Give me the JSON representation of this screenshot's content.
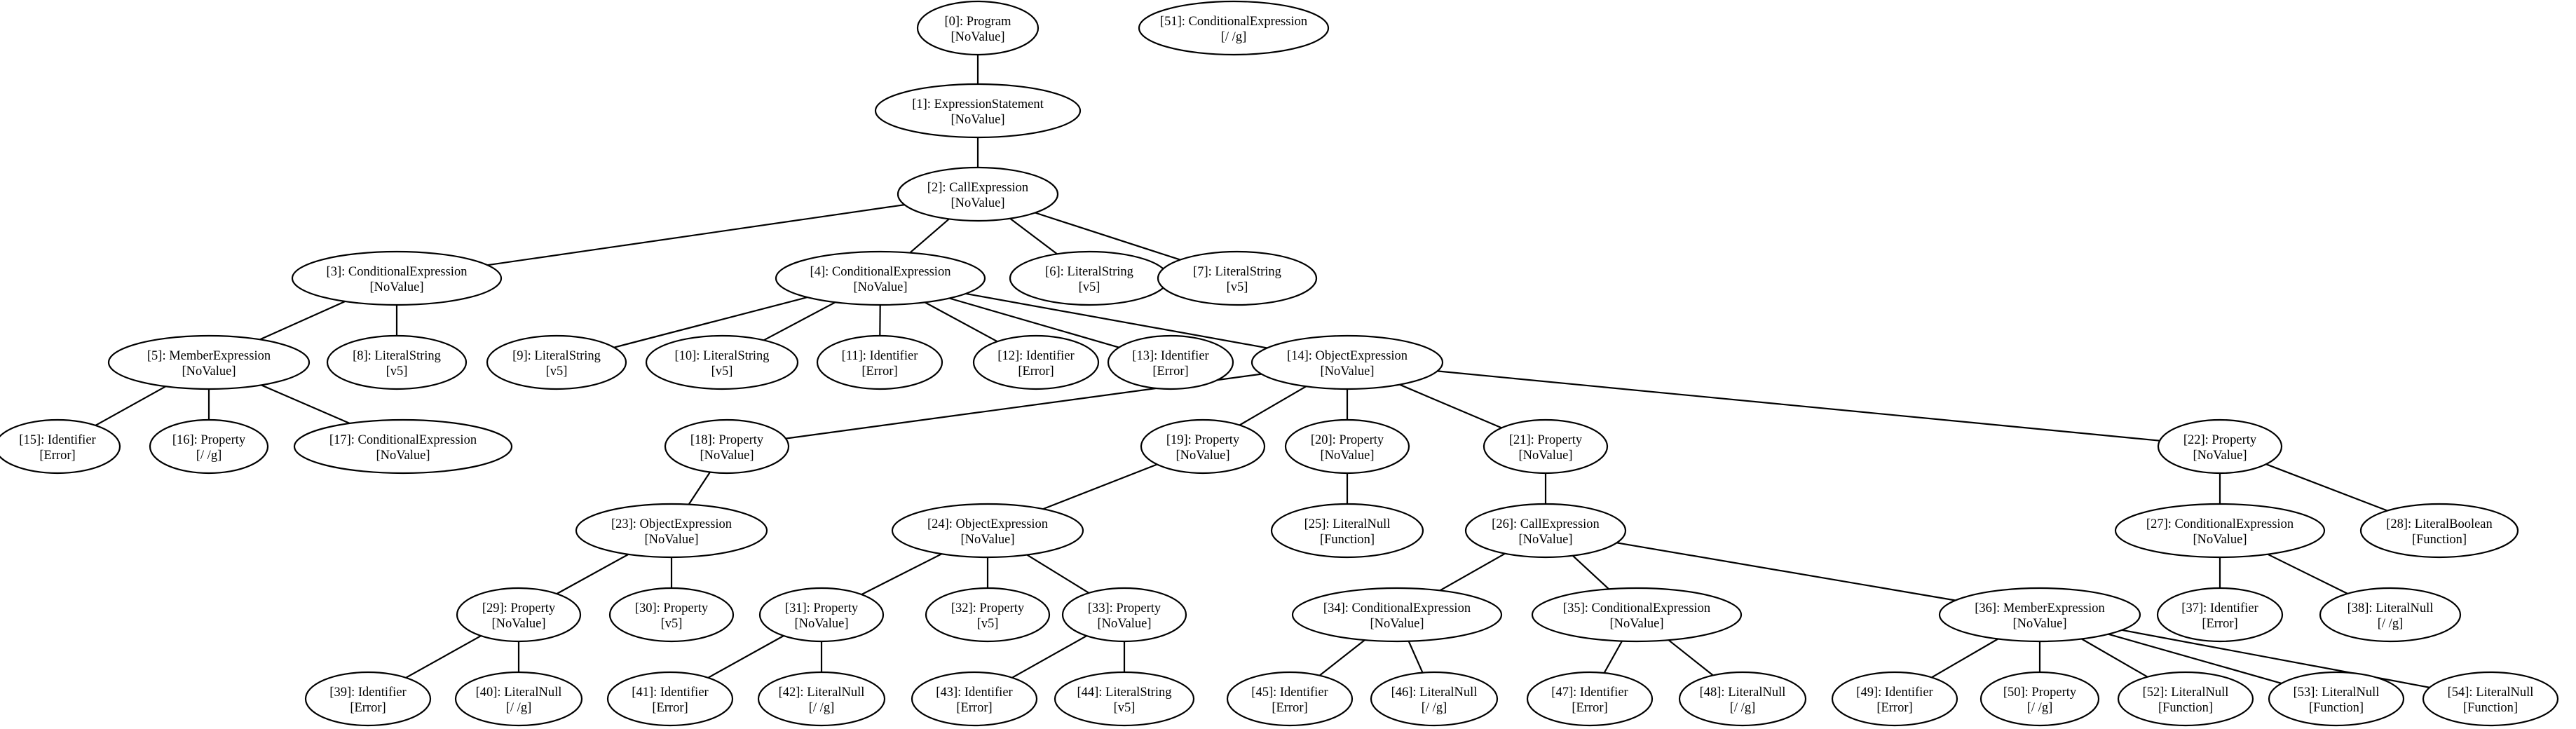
{
  "diagram": {
    "type": "tree",
    "colors": {
      "stroke": "#000000",
      "fill": "#ffffff",
      "text": "#000000"
    },
    "nodes": [
      {
        "id": 0,
        "type": "[0]: Program",
        "value": "[NoValue]"
      },
      {
        "id": 51,
        "type": "[51]: ConditionalExpression",
        "value": "[/ /g]"
      },
      {
        "id": 1,
        "type": "[1]: ExpressionStatement",
        "value": "[NoValue]"
      },
      {
        "id": 2,
        "type": "[2]: CallExpression",
        "value": "[NoValue]"
      },
      {
        "id": 3,
        "type": "[3]: ConditionalExpression",
        "value": "[NoValue]"
      },
      {
        "id": 4,
        "type": "[4]: ConditionalExpression",
        "value": "[NoValue]"
      },
      {
        "id": 6,
        "type": "[6]: LiteralString",
        "value": "[v5]"
      },
      {
        "id": 7,
        "type": "[7]: LiteralString",
        "value": "[v5]"
      },
      {
        "id": 5,
        "type": "[5]: MemberExpression",
        "value": "[NoValue]"
      },
      {
        "id": 8,
        "type": "[8]: LiteralString",
        "value": "[v5]"
      },
      {
        "id": 9,
        "type": "[9]: LiteralString",
        "value": "[v5]"
      },
      {
        "id": 10,
        "type": "[10]: LiteralString",
        "value": "[v5]"
      },
      {
        "id": 11,
        "type": "[11]: Identifier",
        "value": "[Error]"
      },
      {
        "id": 12,
        "type": "[12]: Identifier",
        "value": "[Error]"
      },
      {
        "id": 13,
        "type": "[13]: Identifier",
        "value": "[Error]"
      },
      {
        "id": 14,
        "type": "[14]: ObjectExpression",
        "value": "[NoValue]"
      },
      {
        "id": 15,
        "type": "[15]: Identifier",
        "value": "[Error]"
      },
      {
        "id": 16,
        "type": "[16]: Property",
        "value": "[/ /g]"
      },
      {
        "id": 17,
        "type": "[17]: ConditionalExpression",
        "value": "[NoValue]"
      },
      {
        "id": 18,
        "type": "[18]: Property",
        "value": "[NoValue]"
      },
      {
        "id": 19,
        "type": "[19]: Property",
        "value": "[NoValue]"
      },
      {
        "id": 20,
        "type": "[20]: Property",
        "value": "[NoValue]"
      },
      {
        "id": 21,
        "type": "[21]: Property",
        "value": "[NoValue]"
      },
      {
        "id": 22,
        "type": "[22]: Property",
        "value": "[NoValue]"
      },
      {
        "id": 23,
        "type": "[23]: ObjectExpression",
        "value": "[NoValue]"
      },
      {
        "id": 24,
        "type": "[24]: ObjectExpression",
        "value": "[NoValue]"
      },
      {
        "id": 25,
        "type": "[25]: LiteralNull",
        "value": "[Function]"
      },
      {
        "id": 26,
        "type": "[26]: CallExpression",
        "value": "[NoValue]"
      },
      {
        "id": 27,
        "type": "[27]: ConditionalExpression",
        "value": "[NoValue]"
      },
      {
        "id": 28,
        "type": "[28]: LiteralBoolean",
        "value": "[Function]"
      },
      {
        "id": 29,
        "type": "[29]: Property",
        "value": "[NoValue]"
      },
      {
        "id": 30,
        "type": "[30]: Property",
        "value": "[v5]"
      },
      {
        "id": 31,
        "type": "[31]: Property",
        "value": "[NoValue]"
      },
      {
        "id": 32,
        "type": "[32]: Property",
        "value": "[v5]"
      },
      {
        "id": 33,
        "type": "[33]: Property",
        "value": "[NoValue]"
      },
      {
        "id": 34,
        "type": "[34]: ConditionalExpression",
        "value": "[NoValue]"
      },
      {
        "id": 35,
        "type": "[35]: ConditionalExpression",
        "value": "[NoValue]"
      },
      {
        "id": 36,
        "type": "[36]: MemberExpression",
        "value": "[NoValue]"
      },
      {
        "id": 37,
        "type": "[37]: Identifier",
        "value": "[Error]"
      },
      {
        "id": 38,
        "type": "[38]: LiteralNull",
        "value": "[/ /g]"
      },
      {
        "id": 39,
        "type": "[39]: Identifier",
        "value": "[Error]"
      },
      {
        "id": 40,
        "type": "[40]: LiteralNull",
        "value": "[/ /g]"
      },
      {
        "id": 41,
        "type": "[41]: Identifier",
        "value": "[Error]"
      },
      {
        "id": 42,
        "type": "[42]: LiteralNull",
        "value": "[/ /g]"
      },
      {
        "id": 43,
        "type": "[43]: Identifier",
        "value": "[Error]"
      },
      {
        "id": 44,
        "type": "[44]: LiteralString",
        "value": "[v5]"
      },
      {
        "id": 45,
        "type": "[45]: Identifier",
        "value": "[Error]"
      },
      {
        "id": 46,
        "type": "[46]: LiteralNull",
        "value": "[/ /g]"
      },
      {
        "id": 47,
        "type": "[47]: Identifier",
        "value": "[Error]"
      },
      {
        "id": 48,
        "type": "[48]: LiteralNull",
        "value": "[/ /g]"
      },
      {
        "id": 49,
        "type": "[49]: Identifier",
        "value": "[Error]"
      },
      {
        "id": 50,
        "type": "[50]: Property",
        "value": "[/ /g]"
      },
      {
        "id": 52,
        "type": "[52]: LiteralNull",
        "value": "[Function]"
      },
      {
        "id": 53,
        "type": "[53]: LiteralNull",
        "value": "[Function]"
      },
      {
        "id": 54,
        "type": "[54]: LiteralNull",
        "value": "[Function]"
      }
    ],
    "edges": [
      [
        0,
        1
      ],
      [
        1,
        2
      ],
      [
        2,
        3
      ],
      [
        2,
        4
      ],
      [
        2,
        6
      ],
      [
        2,
        7
      ],
      [
        3,
        5
      ],
      [
        3,
        8
      ],
      [
        4,
        9
      ],
      [
        4,
        10
      ],
      [
        4,
        11
      ],
      [
        4,
        12
      ],
      [
        4,
        13
      ],
      [
        4,
        14
      ],
      [
        5,
        15
      ],
      [
        5,
        16
      ],
      [
        5,
        17
      ],
      [
        14,
        18
      ],
      [
        14,
        19
      ],
      [
        14,
        20
      ],
      [
        14,
        21
      ],
      [
        14,
        22
      ],
      [
        18,
        23
      ],
      [
        19,
        24
      ],
      [
        20,
        25
      ],
      [
        21,
        26
      ],
      [
        22,
        27
      ],
      [
        22,
        28
      ],
      [
        23,
        29
      ],
      [
        23,
        30
      ],
      [
        24,
        31
      ],
      [
        24,
        32
      ],
      [
        24,
        33
      ],
      [
        26,
        34
      ],
      [
        26,
        35
      ],
      [
        26,
        36
      ],
      [
        27,
        37
      ],
      [
        27,
        38
      ],
      [
        29,
        39
      ],
      [
        29,
        40
      ],
      [
        31,
        41
      ],
      [
        31,
        42
      ],
      [
        33,
        43
      ],
      [
        33,
        44
      ],
      [
        34,
        45
      ],
      [
        34,
        46
      ],
      [
        35,
        47
      ],
      [
        35,
        48
      ],
      [
        36,
        49
      ],
      [
        36,
        50
      ],
      [
        36,
        52
      ],
      [
        36,
        53
      ],
      [
        36,
        54
      ]
    ]
  }
}
